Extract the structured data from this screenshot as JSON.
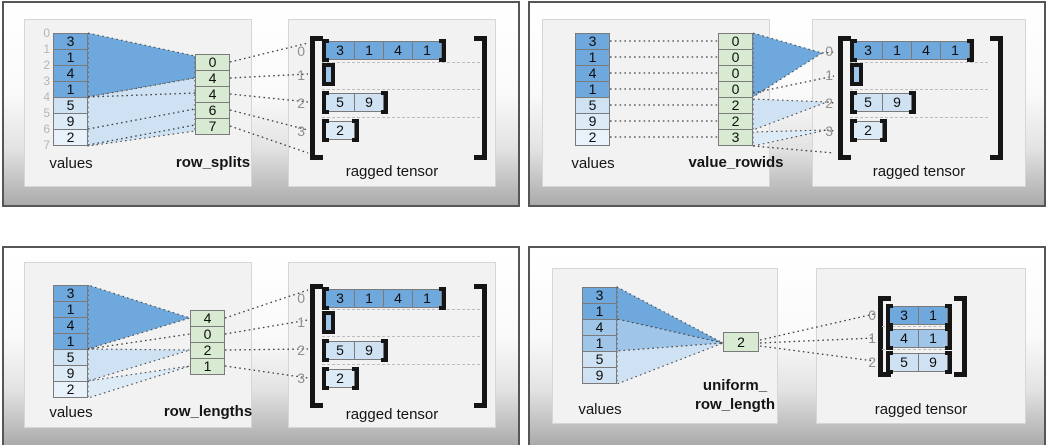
{
  "colors": {
    "dark_blue": "#6fa8dc",
    "medium_blue": "#9fc5e8",
    "light_blue": "#cfe2f3",
    "pale_blue": "#ddebf7",
    "green": "#d9ead3"
  },
  "quadrants": [
    {
      "method_label": "row_splits",
      "values_label": "values",
      "tensor_label": "ragged tensor",
      "value_indices": [
        "0",
        "1",
        "2",
        "3",
        "4",
        "5",
        "6",
        "7"
      ],
      "values": [
        "3",
        "1",
        "4",
        "1",
        "5",
        "9",
        "2"
      ],
      "method_values": [
        "0",
        "4",
        "4",
        "6",
        "7"
      ],
      "tensor_row_indices": [
        "0",
        "1",
        "2",
        "3"
      ],
      "tensor_rows": [
        [
          "3",
          "1",
          "4",
          "1"
        ],
        [],
        [
          "5",
          "9"
        ],
        [
          "2"
        ]
      ]
    },
    {
      "method_label": "value_rowids",
      "values_label": "values",
      "tensor_label": "ragged tensor",
      "values": [
        "3",
        "1",
        "4",
        "1",
        "5",
        "9",
        "2"
      ],
      "method_values": [
        "0",
        "0",
        "0",
        "0",
        "2",
        "2",
        "3"
      ],
      "tensor_row_indices": [
        "0",
        "1",
        "2",
        "3"
      ],
      "tensor_rows": [
        [
          "3",
          "1",
          "4",
          "1"
        ],
        [],
        [
          "5",
          "9"
        ],
        [
          "2"
        ]
      ]
    },
    {
      "method_label": "row_lengths",
      "values_label": "values",
      "tensor_label": "ragged tensor",
      "values": [
        "3",
        "1",
        "4",
        "1",
        "5",
        "9",
        "2"
      ],
      "method_values": [
        "4",
        "0",
        "2",
        "1"
      ],
      "tensor_row_indices": [
        "0",
        "1",
        "2",
        "3"
      ],
      "tensor_rows": [
        [
          "3",
          "1",
          "4",
          "1"
        ],
        [],
        [
          "5",
          "9"
        ],
        [
          "2"
        ]
      ]
    },
    {
      "method_label_lines": [
        "uniform_",
        "row_length"
      ],
      "values_label": "values",
      "tensor_label": "ragged tensor",
      "values": [
        "3",
        "1",
        "4",
        "1",
        "5",
        "9"
      ],
      "method_values": [
        "2"
      ],
      "tensor_row_indices": [
        "0",
        "1",
        "2"
      ],
      "tensor_rows": [
        [
          "3",
          "1"
        ],
        [
          "4",
          "1"
        ],
        [
          "5",
          "9"
        ]
      ]
    }
  ]
}
